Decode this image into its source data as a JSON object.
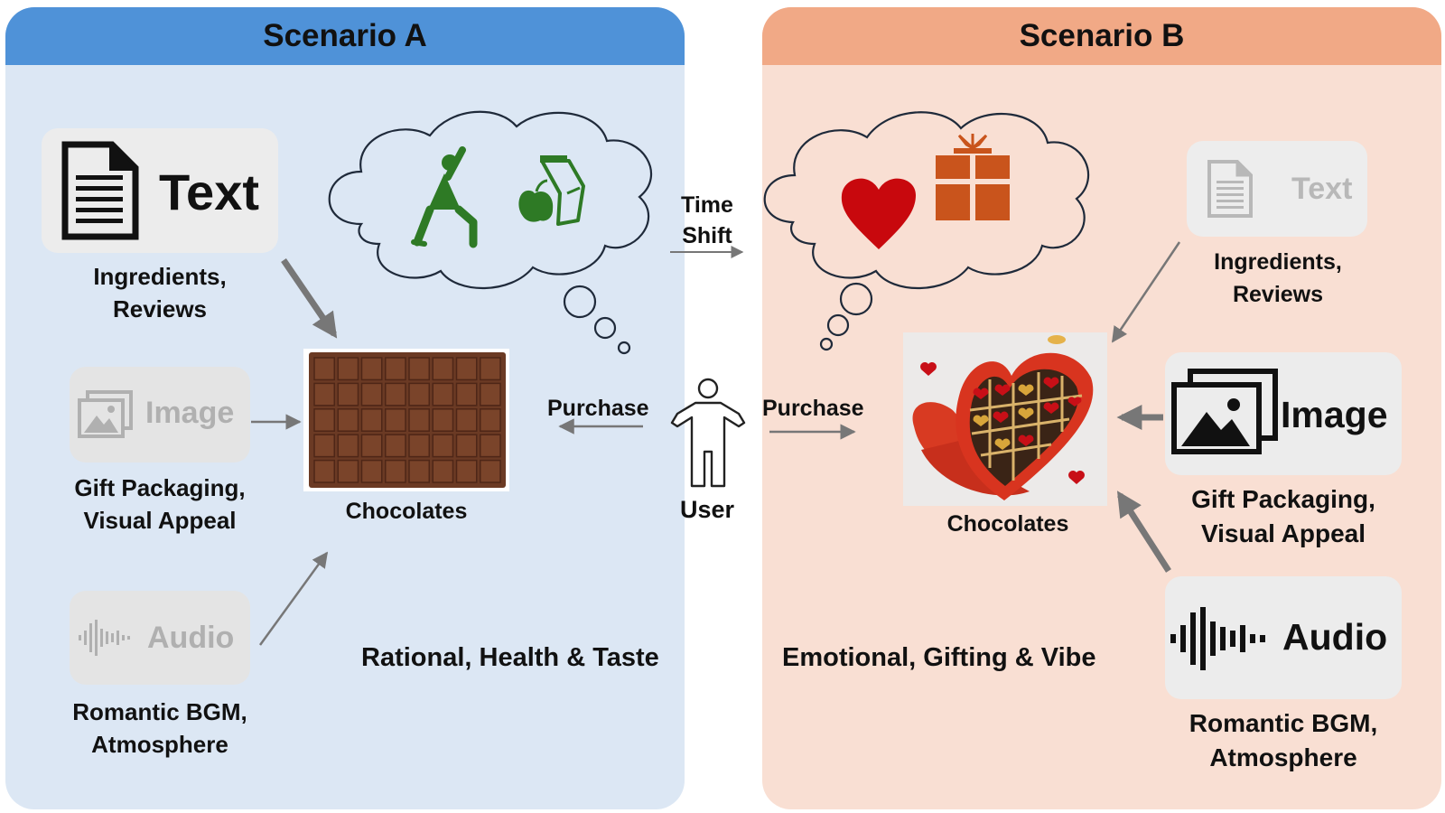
{
  "scenario_a": {
    "title": "Scenario A",
    "text_card": {
      "label": "Text",
      "caption_lines": [
        "Ingredients,",
        "Reviews"
      ]
    },
    "image_card": {
      "label": "Image",
      "caption_lines": [
        "Gift Packaging,",
        "Visual Appeal"
      ]
    },
    "audio_card": {
      "label": "Audio",
      "caption_lines": [
        "Romantic BGM,",
        "Atmosphere"
      ]
    },
    "product_label": "Chocolates",
    "purchase_label": "Purchase",
    "motivation": "Rational, Health & Taste"
  },
  "scenario_b": {
    "title": "Scenario B",
    "text_card": {
      "label": "Text",
      "caption_lines": [
        "Ingredients,",
        "Reviews"
      ]
    },
    "image_card": {
      "label": "Image",
      "caption_lines": [
        "Gift Packaging,",
        "Visual Appeal"
      ]
    },
    "audio_card": {
      "label": "Audio",
      "caption_lines": [
        "Romantic BGM,",
        "Atmosphere"
      ]
    },
    "product_label": "Chocolates",
    "purchase_label": "Purchase",
    "motivation": "Emotional, Gifting & Vibe"
  },
  "center": {
    "time_shift_lines": [
      "Time",
      "Shift"
    ],
    "user_label": "User"
  },
  "colors": {
    "panel_a_bg": "#dce7f4",
    "panel_a_header": "#4f92d8",
    "panel_b_bg": "#f9dfd3",
    "panel_b_header": "#f1a986",
    "health_icon": "#2e7a25",
    "heart_icon": "#c8080d",
    "gift_icon": "#c9541c",
    "arrow_gray": "#777777"
  },
  "icons": {
    "a_thought": [
      "yoga-icon",
      "juicer-apple-icon"
    ],
    "b_thought": [
      "heart-icon",
      "gift-icon"
    ]
  }
}
